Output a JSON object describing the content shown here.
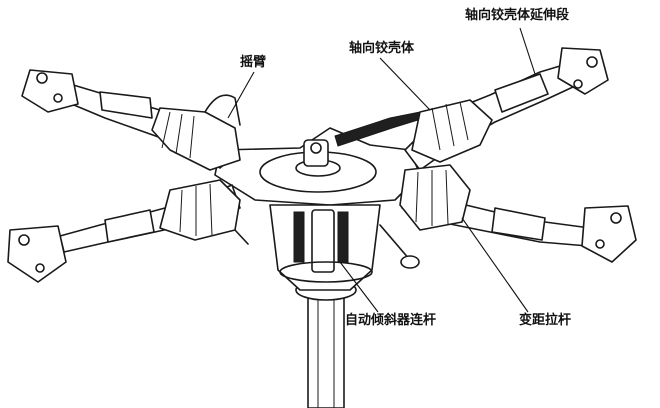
{
  "labels": {
    "rocker_arm": "摇臂",
    "axial_hinge_housing": "轴向铰壳体",
    "axial_hinge_extension": "轴向铰壳体延伸段",
    "swashplate_link": "自动倾斜器连杆",
    "pitch_link": "变距拉杆"
  }
}
